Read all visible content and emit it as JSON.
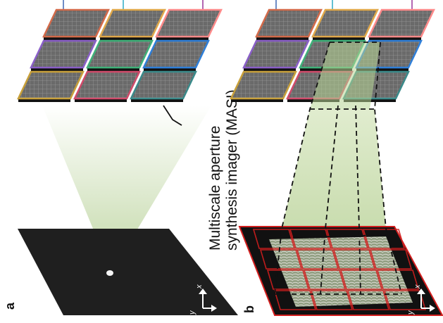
{
  "panels": [
    {
      "id": "a",
      "label": "a",
      "caption_line1": "Multiscale aperture",
      "caption_line2": "synthesis imager (MASI)",
      "axes": {
        "x": "x",
        "y": "y"
      }
    },
    {
      "id": "b",
      "label": "b",
      "axes": {
        "x": "x",
        "y": "y"
      }
    }
  ],
  "colors": {
    "sample_plate": "#1f1f1f",
    "light_cone": "#c9deaa",
    "sensor_tile_fill": "#5a5a5a",
    "tile_edge_colors": [
      "#d36a4a",
      "#e0a84a",
      "#ff8a8a",
      "#8a5fc8",
      "#3fb27a",
      "#2f7fd8",
      "#c8a03a",
      "#d04a6a",
      "#3a8a8a"
    ],
    "grid_red": "#d21e1e",
    "cable_colors": [
      "#4a6fb8",
      "#3ab0c8",
      "#a040a0"
    ]
  }
}
